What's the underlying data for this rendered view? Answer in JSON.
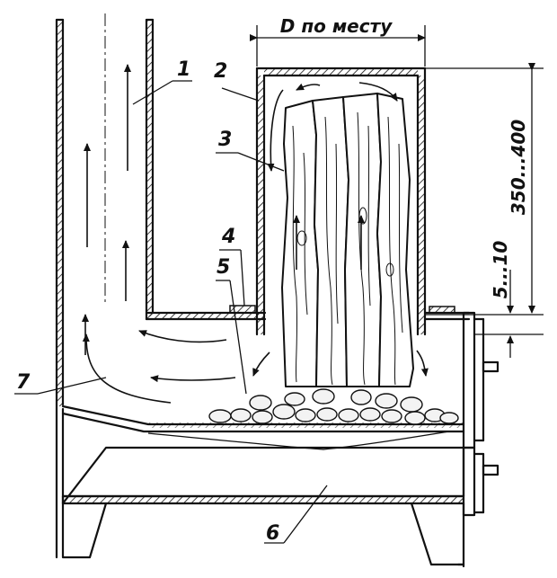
{
  "labels": {
    "l1": "1",
    "l2": "2",
    "l3": "3",
    "l4": "4",
    "l5": "5",
    "l6": "6",
    "l7": "7"
  },
  "dimensions": {
    "width": "D по месту",
    "height": "350...400",
    "gap": "5...10"
  }
}
